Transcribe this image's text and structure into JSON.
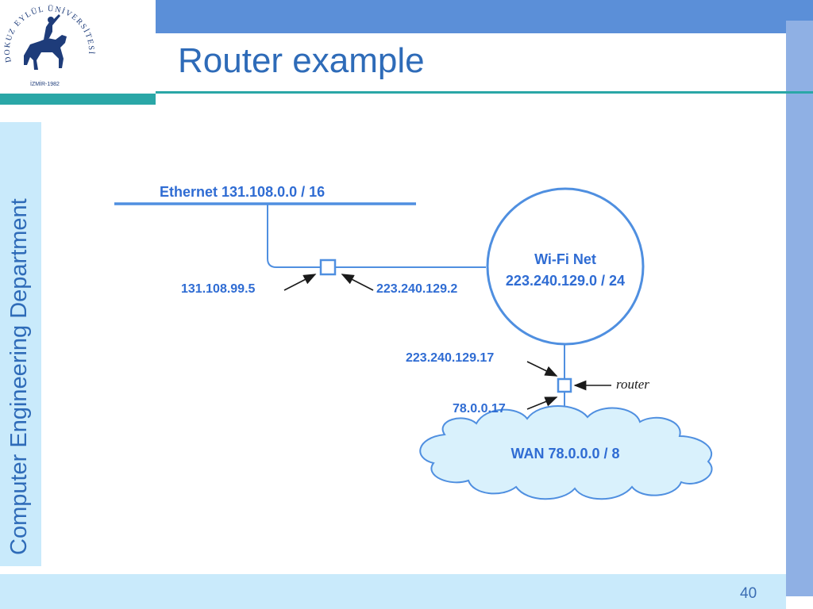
{
  "slide": {
    "title": "Router example",
    "side_text": "Computer Engineering Department",
    "page_number": "40"
  },
  "logo": {
    "arc_text": "DOKUZ EYLÜL ÜNİVERSİTESİ",
    "year_text": "İZMİR-1982"
  },
  "diagram": {
    "ethernet_label": "Ethernet  131.108.0.0 / 16",
    "wifi_name": "Wi-Fi Net",
    "wifi_addr": "223.240.129.0 / 24",
    "wan_label": "WAN  78.0.0.0 / 8",
    "ip_eth_iface": "131.108.99.5",
    "ip_wifi_iface": "223.240.129.2",
    "ip_router_wifi": "223.240.129.17",
    "ip_router_wan": "78.0.0.17",
    "router_label": "router"
  },
  "colors": {
    "accent": "#5b8fd8",
    "teal": "#2aa7a7",
    "title": "#2e6bb8",
    "diagram_line": "#4f8fe0",
    "diagram_text": "#2f6cd3",
    "cloud_fill": "#d9f1fc"
  }
}
